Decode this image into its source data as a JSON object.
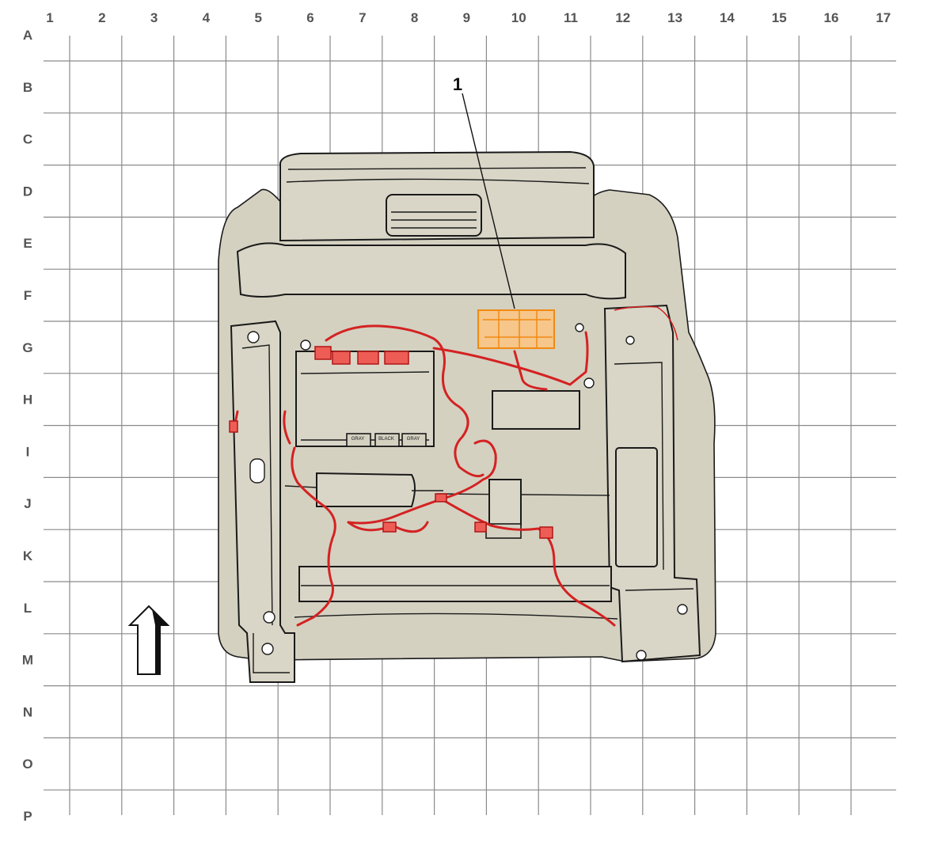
{
  "grid": {
    "columns": [
      "1",
      "2",
      "3",
      "4",
      "5",
      "6",
      "7",
      "8",
      "9",
      "10",
      "11",
      "12",
      "13",
      "14",
      "15",
      "16",
      "17"
    ],
    "rows": [
      "A",
      "B",
      "C",
      "D",
      "E",
      "F",
      "G",
      "H",
      "I",
      "J",
      "K",
      "L",
      "M",
      "N",
      "O",
      "P"
    ]
  },
  "callouts": [
    {
      "label": "1"
    }
  ],
  "connector_labels": [
    "GRAY",
    "BLACK",
    "GRAY"
  ],
  "colors": {
    "grid": "#8a8a8a",
    "component_fill": "#d9d6c7",
    "harness": "#d42222",
    "highlight": "#f08a12"
  },
  "icons": {
    "orientation": "front-arrow-icon"
  }
}
